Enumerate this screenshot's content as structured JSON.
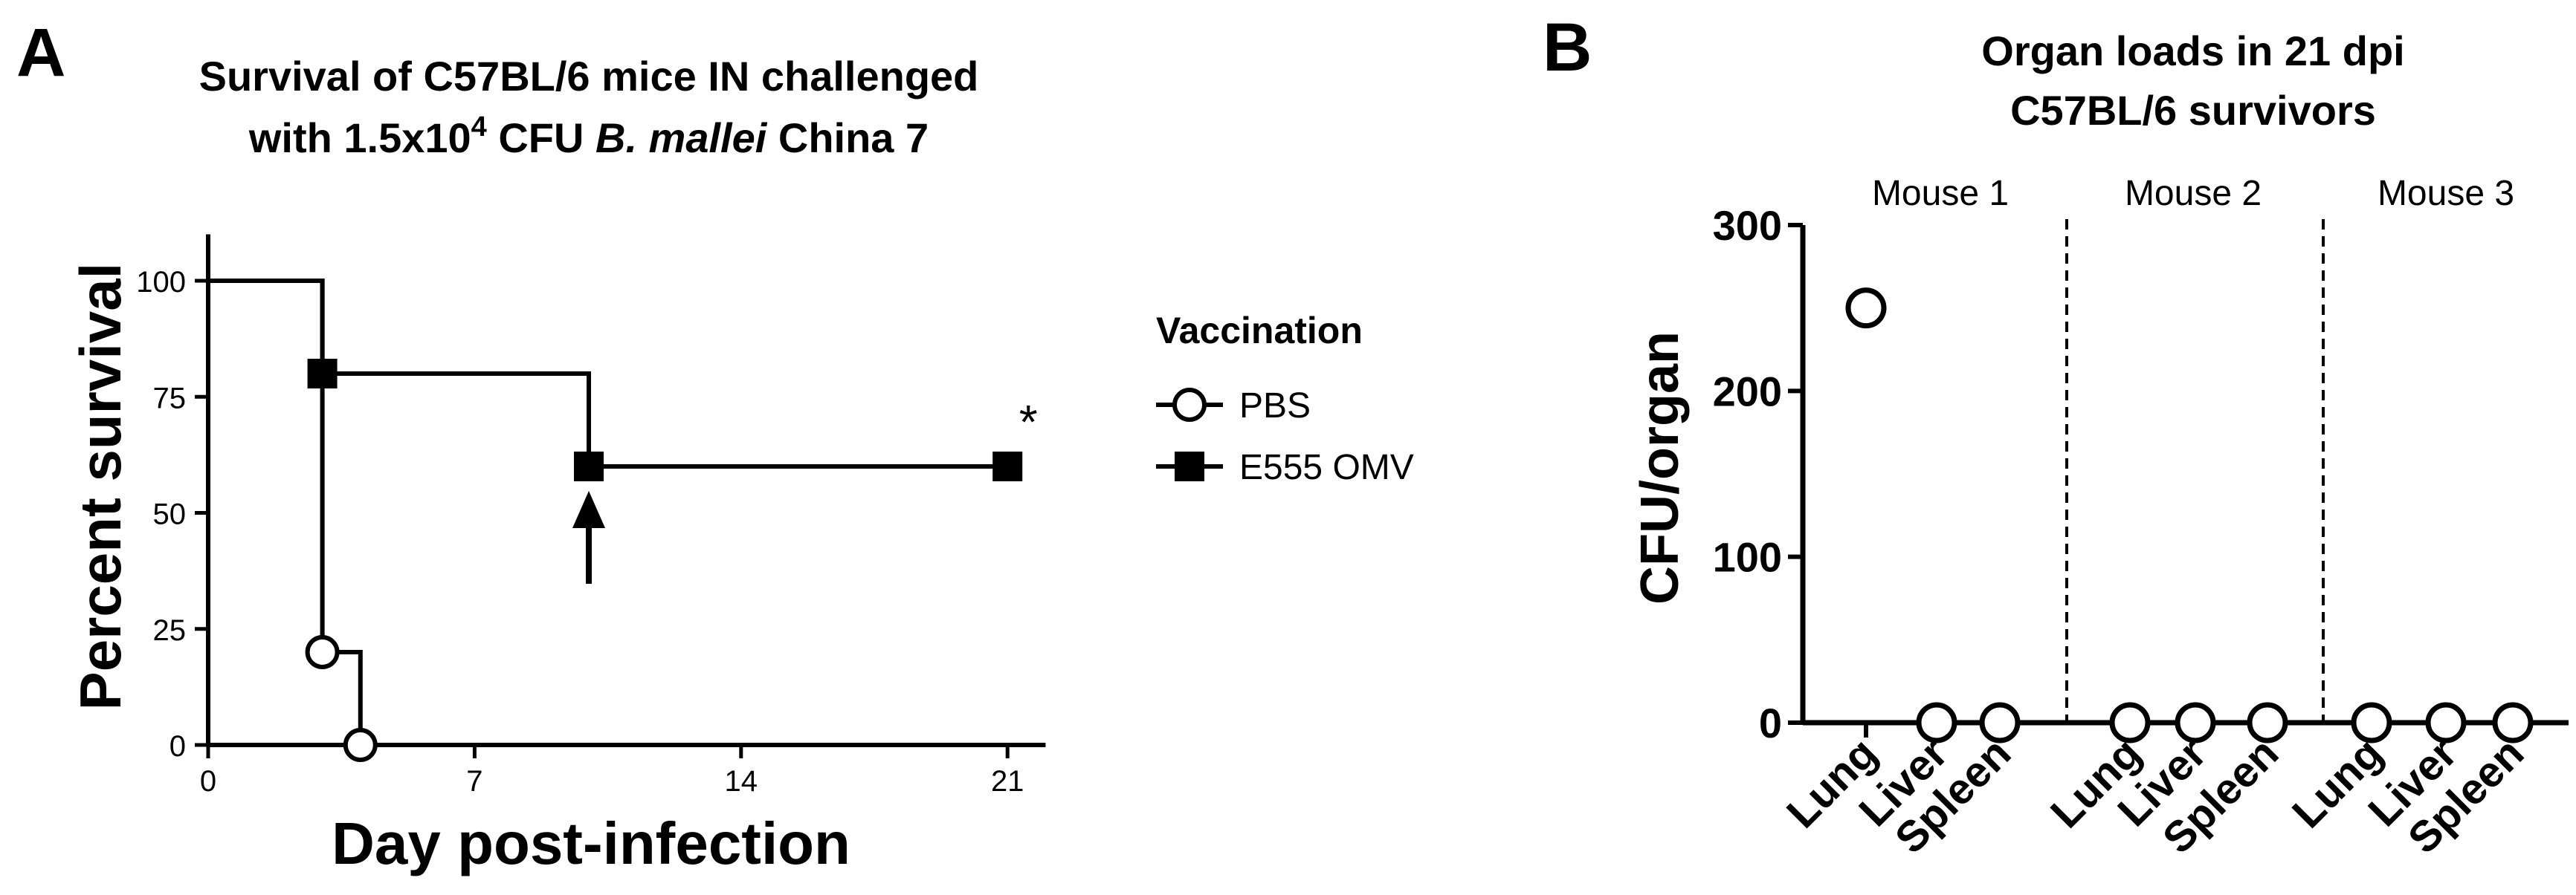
{
  "chart_data": [
    {
      "type": "line",
      "panel_label": "A",
      "title_line1": "Survival of  C57BL/6 mice IN challenged",
      "title_line2": {
        "pre": "with 1.5x10",
        "sup": "4",
        "mid": " CFU ",
        "italic": "B. mallei",
        "post": " China 7"
      },
      "xlabel": "Day post-infection",
      "ylabel": "Percent survival",
      "xlim": [
        0,
        22
      ],
      "ylim": [
        0,
        110
      ],
      "xticks": [
        0,
        7,
        14,
        21
      ],
      "yticks": [
        0,
        25,
        50,
        75,
        100
      ],
      "legend_title": "Vaccination",
      "legend_placement": "right",
      "series": [
        {
          "name": "PBS",
          "marker": "open-circle",
          "step_x": [
            0,
            3,
            3,
            4,
            4
          ],
          "step_y": [
            100,
            100,
            20,
            20,
            0
          ],
          "points": [
            [
              3,
              20
            ],
            [
              4,
              0
            ]
          ]
        },
        {
          "name": "E555 OMV",
          "marker": "filled-square",
          "step_x": [
            0,
            3,
            3,
            10,
            10,
            21
          ],
          "step_y": [
            100,
            100,
            80,
            80,
            60,
            60
          ],
          "points": [
            [
              3,
              80
            ],
            [
              10,
              60
            ],
            [
              21,
              60
            ]
          ]
        }
      ],
      "annotations": [
        {
          "type": "text",
          "text": "*",
          "x": 21,
          "y": 60
        },
        {
          "type": "arrow",
          "x": 10,
          "y": 60
        }
      ]
    },
    {
      "type": "scatter",
      "panel_label": "B",
      "title_line1": "Organ loads in 21 dpi",
      "title_line2": "C57BL/6 survivors",
      "ylabel": "CFU/organ",
      "ylim": [
        0,
        300
      ],
      "yticks": [
        0,
        100,
        200,
        300
      ],
      "groups": [
        {
          "label": "Mouse 1",
          "organs": [
            "Lung",
            "Liver",
            "Spleen"
          ],
          "values": [
            250,
            0,
            0
          ]
        },
        {
          "label": "Mouse 2",
          "organs": [
            "Lung",
            "Liver",
            "Spleen"
          ],
          "values": [
            0,
            0,
            0
          ]
        },
        {
          "label": "Mouse 3",
          "organs": [
            "Lung",
            "Liver",
            "Spleen"
          ],
          "values": [
            0,
            0,
            0
          ]
        }
      ],
      "marker": "open-circle"
    }
  ]
}
